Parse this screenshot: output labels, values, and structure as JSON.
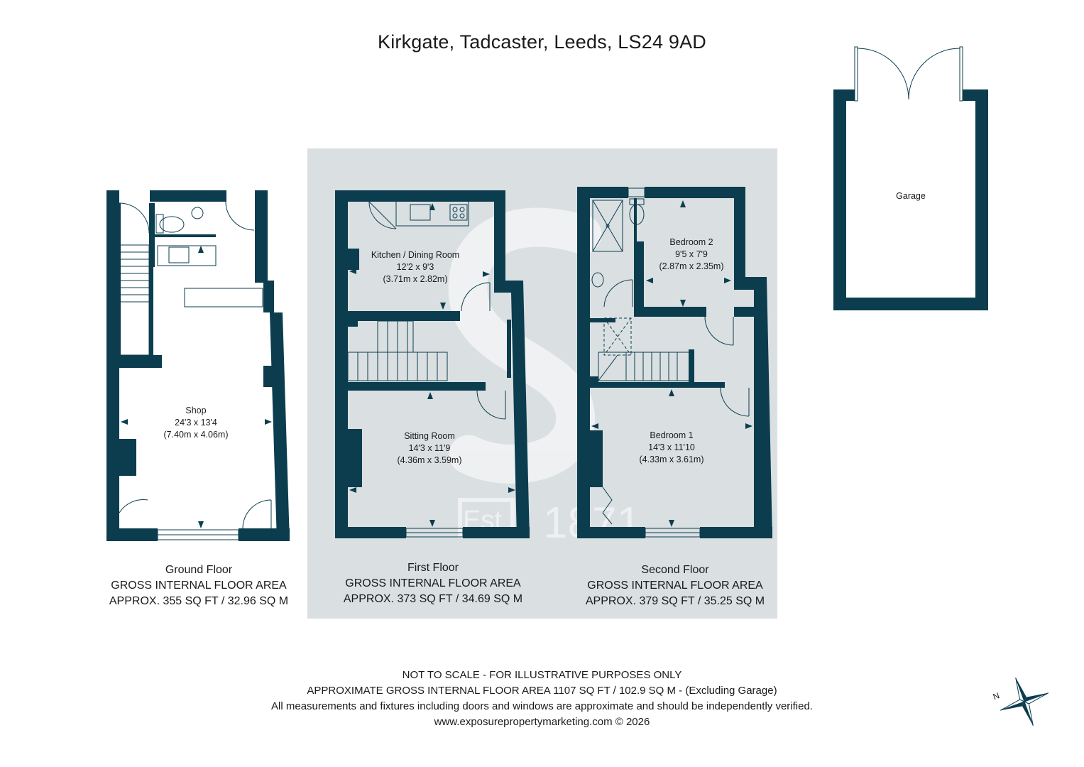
{
  "title": "Kirkgate, Tadcaster, Leeds, LS24 9AD",
  "watermark": {
    "est": "Est",
    "year": "1871"
  },
  "colors": {
    "wall": "#0b3d4e",
    "panel": "#dadfe1",
    "text": "#1a1a1a"
  },
  "garage": {
    "label": "Garage"
  },
  "ground_floor": {
    "shop": {
      "name": "Shop",
      "imperial": "24'3 x 13'4",
      "metric": "(7.40m x 4.06m)"
    },
    "caption": {
      "name": "Ground Floor",
      "area_label": "GROSS INTERNAL FLOOR AREA",
      "area": "APPROX. 355 SQ FT / 32.96 SQ M"
    }
  },
  "first_floor": {
    "kitchen": {
      "name": "Kitchen / Dining Room",
      "imperial": "12'2 x 9'3",
      "metric": "(3.71m x 2.82m)"
    },
    "sitting": {
      "name": "Sitting Room",
      "imperial": "14'3 x 11'9",
      "metric": "(4.36m x 3.59m)"
    },
    "caption": {
      "name": "First Floor",
      "area_label": "GROSS INTERNAL FLOOR AREA",
      "area": "APPROX. 373 SQ FT / 34.69 SQ M"
    }
  },
  "second_floor": {
    "bedroom2": {
      "name": "Bedroom 2",
      "imperial": "9'5 x 7'9",
      "metric": "(2.87m x 2.35m)"
    },
    "bedroom1": {
      "name": "Bedroom 1",
      "imperial": "14'3 x 11'10",
      "metric": "(4.33m x 3.61m)"
    },
    "caption": {
      "name": "Second Floor",
      "area_label": "GROSS INTERNAL FLOOR AREA",
      "area": "APPROX. 379 SQ FT / 35.25 SQ M"
    }
  },
  "footer": {
    "line1": "NOT TO SCALE - FOR ILLUSTRATIVE PURPOSES ONLY",
    "line2": "APPROXIMATE GROSS INTERNAL FLOOR AREA 1107 SQ FT / 102.9 SQ M - (Excluding Garage)",
    "line3": "All measurements and fixtures including doors and windows are approximate and should be independently verified.",
    "line4": "www.exposurepropertymarketing.com © 2026"
  },
  "compass": {
    "north_label": "N",
    "icon": "compass-rose-icon"
  }
}
